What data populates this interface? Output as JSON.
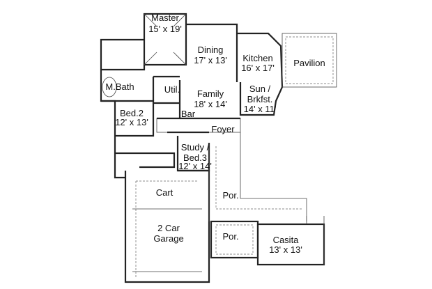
{
  "rooms": {
    "master": {
      "name": "Master",
      "size": "15' x 19'"
    },
    "dining": {
      "name": "Dining",
      "size": "17' x 13'"
    },
    "kitchen": {
      "name": "Kitchen",
      "size": "16' x 17'"
    },
    "pavilion": {
      "name": "Pavilion"
    },
    "mbath": {
      "name": "M.Bath"
    },
    "util": {
      "name": "Util."
    },
    "family": {
      "name": "Family",
      "size": "18' x 14'"
    },
    "sun": {
      "line1": "Sun /",
      "line2": "Brkfst.",
      "size": "14' x 11'"
    },
    "bed2": {
      "name": "Bed.2",
      "size": "12' x 13'"
    },
    "bar": {
      "name": "Bar"
    },
    "foyer": {
      "name": "Foyer"
    },
    "study": {
      "line1": "Study /",
      "line2": "Bed.3",
      "size": "12' x 14'"
    },
    "cart": {
      "name": "Cart"
    },
    "porch_main": {
      "name": "Por."
    },
    "garage": {
      "line1": "2 Car",
      "line2": "Garage"
    },
    "porch_small": {
      "name": "Por."
    },
    "casita": {
      "name": "Casita",
      "size": "13' x 13'"
    }
  }
}
